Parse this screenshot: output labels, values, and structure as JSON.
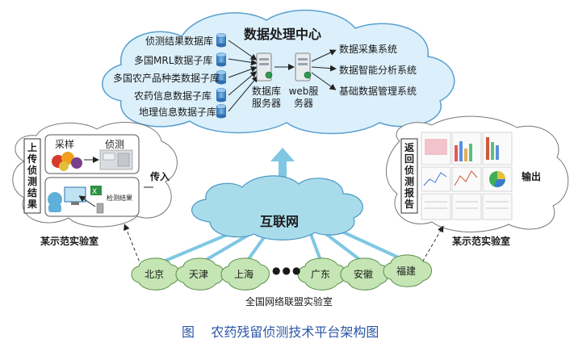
{
  "center": {
    "title": "数据处理中心",
    "databases": [
      "侦测结果数据库",
      "多国MRL数据子库",
      "多国农产品种类数据子库",
      "农药信息数据子库",
      "地理信息数据子库"
    ],
    "systems": [
      "数据采集系统",
      "数据智能分析系统",
      "基础数据管理系统"
    ],
    "db_server": "数据库服务器",
    "web_server": "web服务器"
  },
  "internet": {
    "label": "互联网"
  },
  "left_lab": {
    "upload_label": "上传侦测结果",
    "sampling": "采样",
    "detection": "侦测",
    "results_caption": "检测结果",
    "transfer_in": "传入",
    "caption": "某示范实验室"
  },
  "right_lab": {
    "report_label": "返回侦测报告",
    "output": "输出",
    "caption": "某示范实验室"
  },
  "network": {
    "cities": [
      "北京",
      "天津",
      "上海",
      "广东",
      "安徽",
      "福建"
    ],
    "ellipsis": "●●●",
    "caption": "全国网络联盟实验室"
  },
  "figure_caption": "图    农药残留侦测技术平台架构图",
  "colors": {
    "cloud_fill": "#dcf0fb",
    "cloud_stroke": "#5aa0cf",
    "internet_fill": "#a9dcea",
    "city_fill": "#c5e5b4",
    "city_stroke": "#5b8e4a",
    "link": "#7fc7e3",
    "caption_blue": "#2b57a6"
  }
}
